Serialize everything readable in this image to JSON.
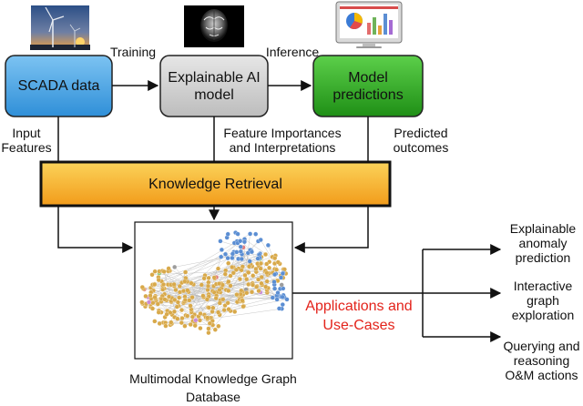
{
  "nodes": {
    "scada": "SCADA data",
    "xai": "Explainable AI model",
    "predictions": "Model predictions",
    "retrieval": "Knowledge Retrieval",
    "database": "Multimodal Knowledge Graph Database"
  },
  "edges": {
    "training": "Training",
    "inference": "Inference",
    "input_features": "Input Features",
    "feature_importances": "Feature Importances and Interpretations",
    "predicted_outcomes": "Predicted outcomes",
    "applications": "Applications and Use-Cases"
  },
  "use_cases": [
    "Explainable anomaly prediction",
    "Interactive graph exploration",
    "Querying and reasoning O&M actions"
  ],
  "colors": {
    "scada_fill": "#4fa8e8",
    "xai_fill": "#d4d4d4",
    "predictions_fill": "#2fae24",
    "retrieval_fill": "#f6b52a",
    "graph_orange": "#d8a94a",
    "graph_blue": "#5b8ed3",
    "applications_text": "#e3231b"
  },
  "icons": [
    "wind-turbine-photo-icon",
    "brain-scan-icon",
    "monitor-dashboard-icon"
  ]
}
